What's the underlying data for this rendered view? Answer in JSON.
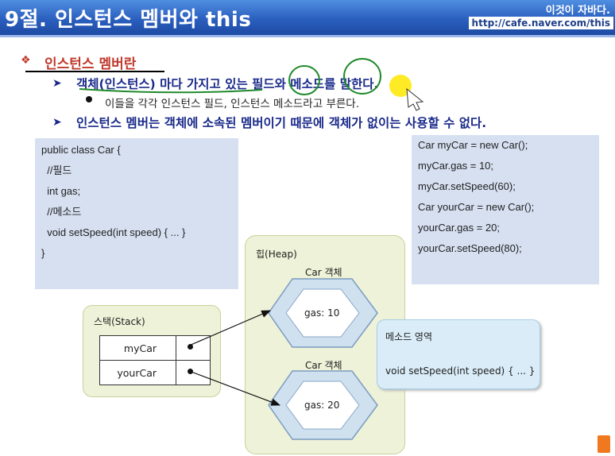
{
  "header": {
    "title": "9절. 인스턴스 멤버와 this",
    "tagline": "이것이 자바다.",
    "url": "http://cafe.naver.com/this"
  },
  "section": {
    "title": "인스턴스 멤버란"
  },
  "bullets": [
    {
      "text": "객체(인스턴스) 마다 가지고 있는 필드와 메소드를 말한다."
    },
    {
      "text": "인스턴스 멤버는 객체에 소속된 멤버이기 때문에 객체가 없이는 사용할 수 없다."
    }
  ],
  "sub_bullet": "이들을 각각 인스턴스 필드, 인스턴스 메소드라고 부른다.",
  "class_code": [
    "public class Car {",
    "  //필드",
    "  int gas;",
    "",
    "  //메소드",
    "  void setSpeed(int speed) { ... }",
    "}"
  ],
  "usage_code": [
    "Car myCar = new Car();",
    "myCar.gas = 10;",
    "myCar.setSpeed(60);",
    "",
    "Car yourCar = new Car();",
    "yourCar.gas = 20;",
    "yourCar.setSpeed(80);"
  ],
  "heap": {
    "label": "힙(Heap)",
    "objects": [
      {
        "label": "Car 객체",
        "field": "gas: 10"
      },
      {
        "label": "Car 객체",
        "field": "gas: 20"
      }
    ]
  },
  "stack": {
    "label": "스택(Stack)",
    "vars": [
      "myCar",
      "yourCar"
    ]
  },
  "method_area": {
    "label": "메소드 영역",
    "signature": "void setSpeed(int speed) { ... }"
  },
  "colors": {
    "header_blue": "#2b5fbf",
    "section_red": "#c0392b",
    "bullet_navy": "#1a2a8a",
    "code_bg": "#d6e0f1",
    "heap_bg": "#eef2d8",
    "method_bg": "#d9ecf8",
    "annotation_green": "#1f8a2a",
    "highlight_yellow": "#ffe600"
  }
}
